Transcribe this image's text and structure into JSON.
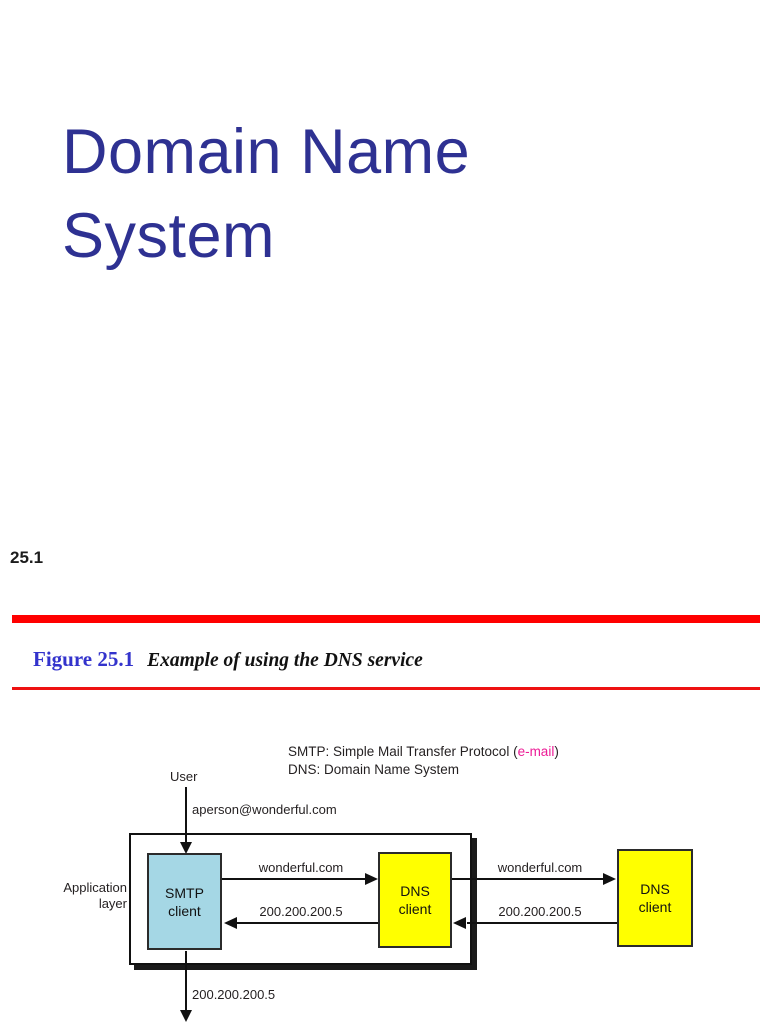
{
  "slide": {
    "title": "Domain Name\nSystem",
    "section_number": "25.1"
  },
  "caption": {
    "figure_label": "Figure 25.1",
    "figure_title": "Example of using the DNS service"
  },
  "colors": {
    "title_text": "#2E3192",
    "figure_label_blue": "#3333CC",
    "divider_red": "#FF0000",
    "email_magenta": "#EC1C96",
    "smtp_box_fill": "#A5D7E5",
    "dns_box_fill": "#FFFF00"
  },
  "diagram": {
    "legend_line1_prefix": "SMTP: Simple Mail Transfer Protocol (",
    "legend_line1_highlight": "e-mail",
    "legend_line1_suffix": ")",
    "legend_line2": "DNS: Domain Name System",
    "user_label": "User",
    "email_address": "aperson@wonderful.com",
    "application_layer_label": "Application\nlayer",
    "smtp_client_label": "SMTP\nclient",
    "dns_client1_label": "DNS\nclient",
    "dns_client2_label": "DNS\nclient",
    "query1_label": "wonderful.com",
    "response1_label": "200.200.200.5",
    "query2_label": "wonderful.com",
    "response2_label": "200.200.200.5",
    "resolved_ip_label": "200.200.200.5"
  }
}
